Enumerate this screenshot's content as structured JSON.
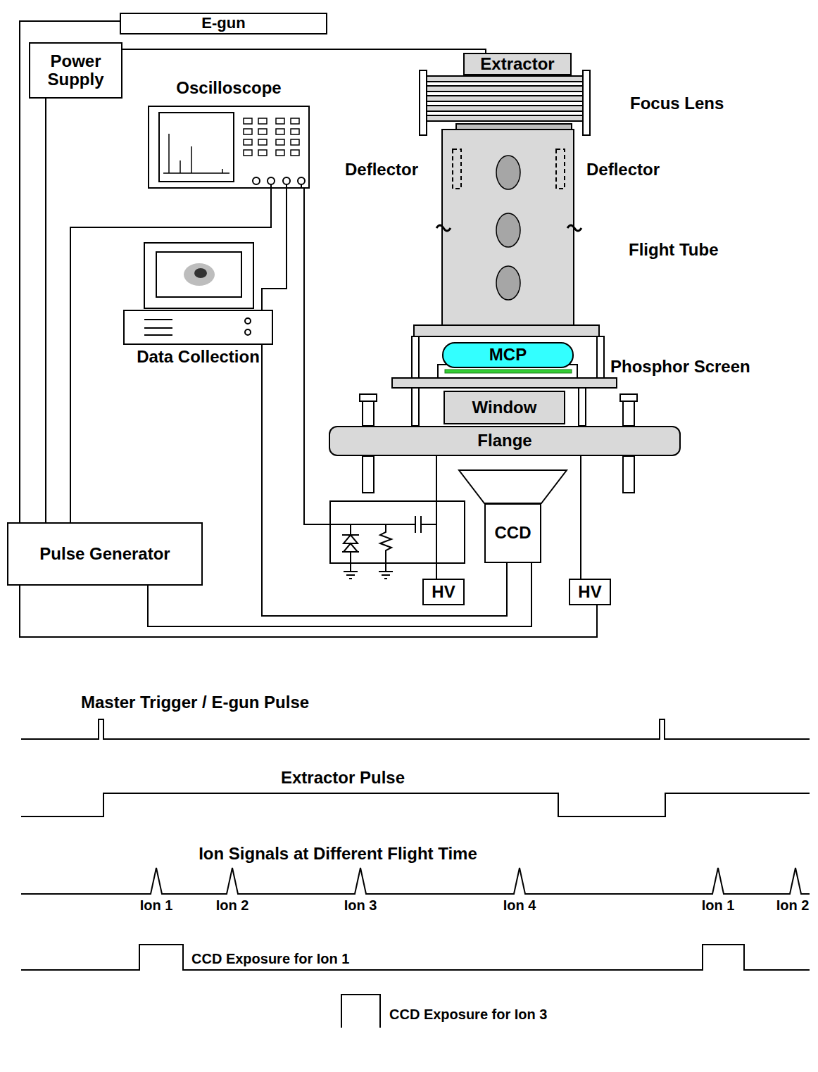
{
  "diagram": {
    "nodes": [
      {
        "text": [
          "E-gun"
        ]
      },
      {
        "text": [
          "Power Supply"
        ]
      },
      {
        "text": [
          "Extractor"
        ]
      },
      {
        "text": [
          "Oscilloscope"
        ]
      },
      {
        "text": [
          "Data Collection"
        ]
      },
      {
        "text": [
          "MCP"
        ]
      },
      {
        "text": [
          "Window"
        ]
      },
      {
        "text": [
          "Flange"
        ]
      },
      {
        "text": [
          "CCD"
        ]
      },
      {
        "text": [
          "HV"
        ]
      },
      {
        "text": [
          "HV"
        ]
      },
      {
        "text": [
          "Pulse Generator"
        ]
      }
    ],
    "edges": [
      {
        "from": 11,
        "to": 0,
        "arrow": "none"
      },
      {
        "from": 11,
        "to": 1,
        "arrow": "none"
      },
      {
        "from": 1,
        "to": 2,
        "arrow": "none"
      },
      {
        "from": 11,
        "to": 3,
        "arrow": "none"
      },
      {
        "from": 3,
        "to": 4,
        "arrow": "none"
      },
      {
        "from": 4,
        "to": 8,
        "arrow": "none"
      },
      {
        "from": 11,
        "to": 8,
        "arrow": "none"
      },
      {
        "from": 11,
        "to": 10,
        "arrow": "none"
      },
      {
        "from": 9,
        "to": 7,
        "arrow": "none"
      },
      {
        "from": 10,
        "to": 7,
        "arrow": "none"
      }
    ],
    "labels": [
      "Focus Lens",
      "Deflector",
      "Deflector",
      "Flight Tube",
      "Phosphor Screen",
      "Master Trigger / E-gun Pulse",
      "Extractor Pulse",
      "Ion Signals at Different Flight Time",
      "Ion 1",
      "Ion 2",
      "Ion 3",
      "Ion 4",
      "Ion 1",
      "Ion 2",
      "CCD Exposure for Ion 1",
      "CCD Exposure for Ion 3"
    ]
  }
}
